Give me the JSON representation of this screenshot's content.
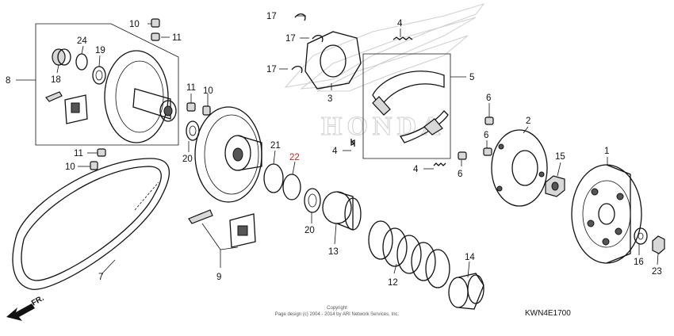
{
  "parts": {
    "p1": "1",
    "p2": "2",
    "p3": "3",
    "p4a": "4",
    "p4b": "4",
    "p4c": "4",
    "p5": "5",
    "p6a": "6",
    "p6b": "6",
    "p6c": "6",
    "p7": "7",
    "p8": "8",
    "p9": "9",
    "p10a": "10",
    "p10b": "10",
    "p10c": "10",
    "p11a": "11",
    "p11b": "11",
    "p11c": "11",
    "p12": "12",
    "p13": "13",
    "p14": "14",
    "p15": "15",
    "p16": "16",
    "p17a": "17",
    "p17b": "17",
    "p17c": "17",
    "p18": "18",
    "p19": "19",
    "p20a": "20",
    "p20b": "20",
    "p21": "21",
    "p22": "22",
    "p23": "23",
    "p24": "24"
  },
  "watermark": "HONDA",
  "front_marker": "FR.",
  "copyright_line1": "Copyright",
  "copyright_line2": "Page design (c) 2004 - 2014 by ARI Network Services, Inc.",
  "diagram_code": "KWN4E1700"
}
